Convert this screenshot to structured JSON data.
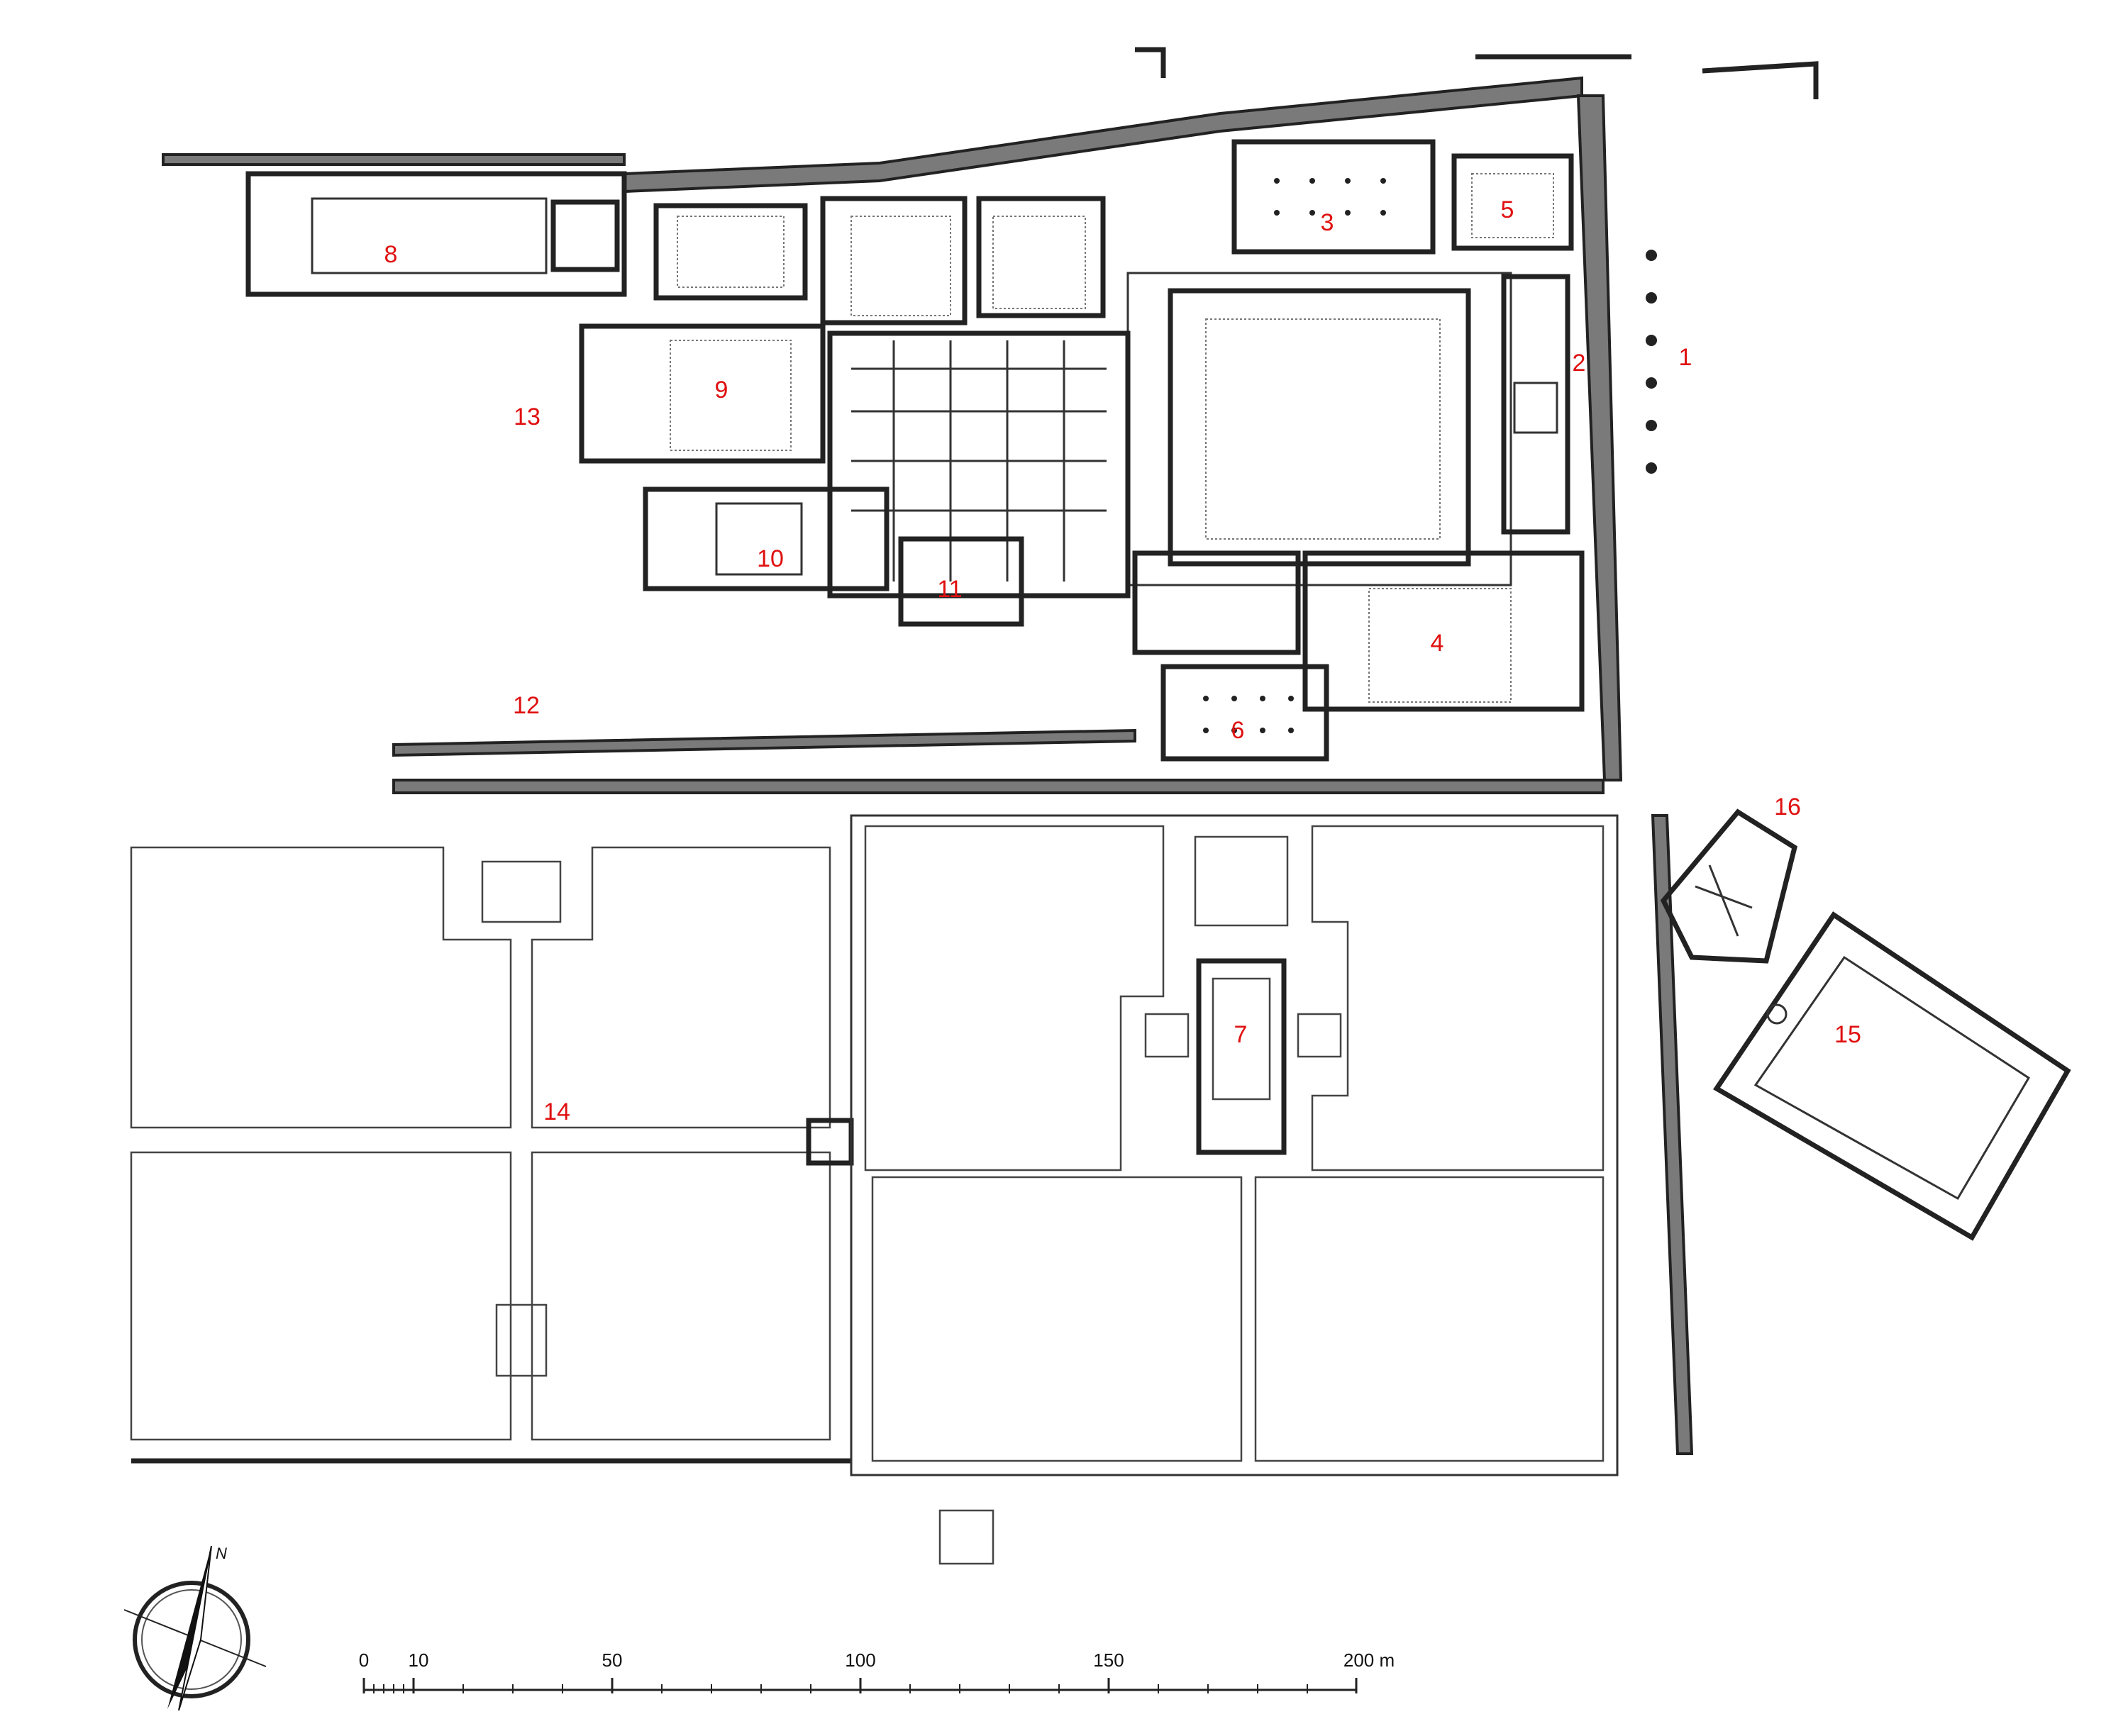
{
  "labels": [
    {
      "id": "1",
      "text": "1"
    },
    {
      "id": "2",
      "text": "2"
    },
    {
      "id": "3",
      "text": "3"
    },
    {
      "id": "4",
      "text": "4"
    },
    {
      "id": "5",
      "text": "5"
    },
    {
      "id": "6",
      "text": "6"
    },
    {
      "id": "7",
      "text": "7"
    },
    {
      "id": "8",
      "text": "8"
    },
    {
      "id": "9",
      "text": "9"
    },
    {
      "id": "10",
      "text": "10"
    },
    {
      "id": "11",
      "text": "11"
    },
    {
      "id": "12",
      "text": "12"
    },
    {
      "id": "13",
      "text": "13"
    },
    {
      "id": "14",
      "text": "14"
    },
    {
      "id": "15",
      "text": "15"
    },
    {
      "id": "16",
      "text": "16"
    }
  ],
  "scale_bar": {
    "ticks": [
      "0",
      "10",
      "50",
      "100",
      "150",
      "200 m"
    ]
  },
  "north_arrow": {
    "label": "N",
    "icon": "north-arrow-icon"
  },
  "colors": {
    "label": "#e01010",
    "wall": "#222222"
  }
}
